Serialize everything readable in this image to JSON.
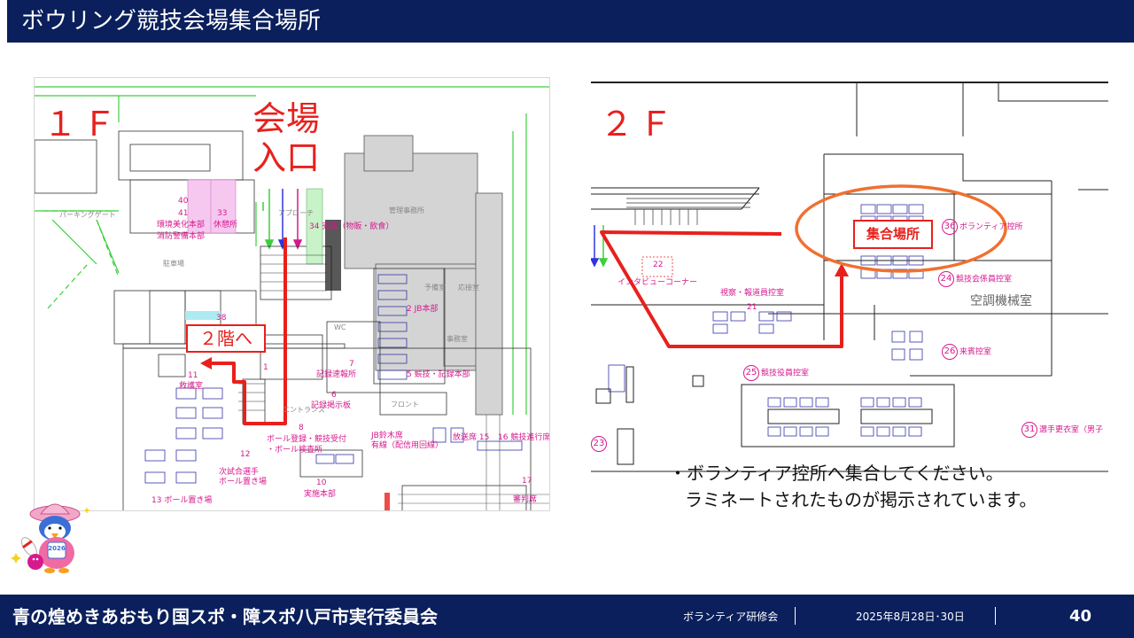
{
  "slide": {
    "title": "ボウリング競技会場集合場所"
  },
  "colors": {
    "header": "#0a1f5c",
    "accent_red": "#e8201c",
    "map_pink": "#d6198d",
    "orange_ellipse": "#f07030"
  },
  "map_1f": {
    "floor_label": "１Ｆ",
    "entrance_line1": "会場",
    "entrance_line2": "入口",
    "stairs_label": "２階へ",
    "labels": {
      "parking_gate": "パーキングゲート",
      "parking_lot": "駐車場",
      "env_num": "40",
      "env": "環境美化本部",
      "fire_num": "41",
      "fire": "消防警備本部",
      "rest_num": "33",
      "rest": "休憩所",
      "approach": "アプローチ",
      "shop_num": "34",
      "shop": "売店（物販・飲食）",
      "office": "管理事務所",
      "jb_num": "2",
      "jb": "JB本部",
      "reserve": "予備室",
      "reception_room": "応接室",
      "admin_office": "事務室",
      "num38": "38",
      "first_aid_num": "11",
      "first_aid": "救護室",
      "num1": "1",
      "record_num": "7",
      "record": "記録速報所",
      "comp_num": "5",
      "comp": "競技・記録本部",
      "board_num": "6",
      "board": "記録掲示板",
      "front": "フロント",
      "entrance_small": "エントランス",
      "wc": "WC",
      "ball_num": "8",
      "ball1": "ボール登録・競技受付",
      "ball2": "・ボール検査所",
      "jb_suzuki1": "JB鈴木席",
      "jb_suzuki2": "有線（配信用回線）",
      "broadcast_num": "15",
      "broadcast": "放送席",
      "progress_num": "16",
      "progress": "競技進行席",
      "next_num": "12",
      "next1": "次試合選手",
      "next2": "ボール置き場",
      "hq_num": "10",
      "hq": "実施本部",
      "judge_num": "17",
      "judge": "審判席",
      "ball_place_num": "13",
      "ball_place": "ボール置き場"
    }
  },
  "map_2f": {
    "floor_label": "２Ｆ",
    "meeting_label": "集合場所",
    "labels": {
      "volunteer_num": "36",
      "volunteer": "ボランティア控所",
      "interview_num": "22",
      "interview": "インタビューコーナー",
      "press": "視察・報道員控室",
      "press_num": "21",
      "staff_num": "24",
      "staff": "競技会係員控室",
      "hvac": "空調機械室",
      "guest_num": "26",
      "guest": "来賓控室",
      "officials_num": "25",
      "officials": "競技役員控室",
      "num23": "23",
      "players_num": "31",
      "players": "選手更衣室（男子"
    }
  },
  "note": {
    "line1": "・ボランティア控所へ集合してください。",
    "line2": "ラミネートされたものが掲示されています。"
  },
  "mascot": {
    "badge": "2026"
  },
  "footer": {
    "organization": "青の煌めきあおもり国スポ・障スポ八戸市実行委員会",
    "event": "ボランティア研修会",
    "date": "2025年8月28日･30日",
    "page": "40"
  }
}
